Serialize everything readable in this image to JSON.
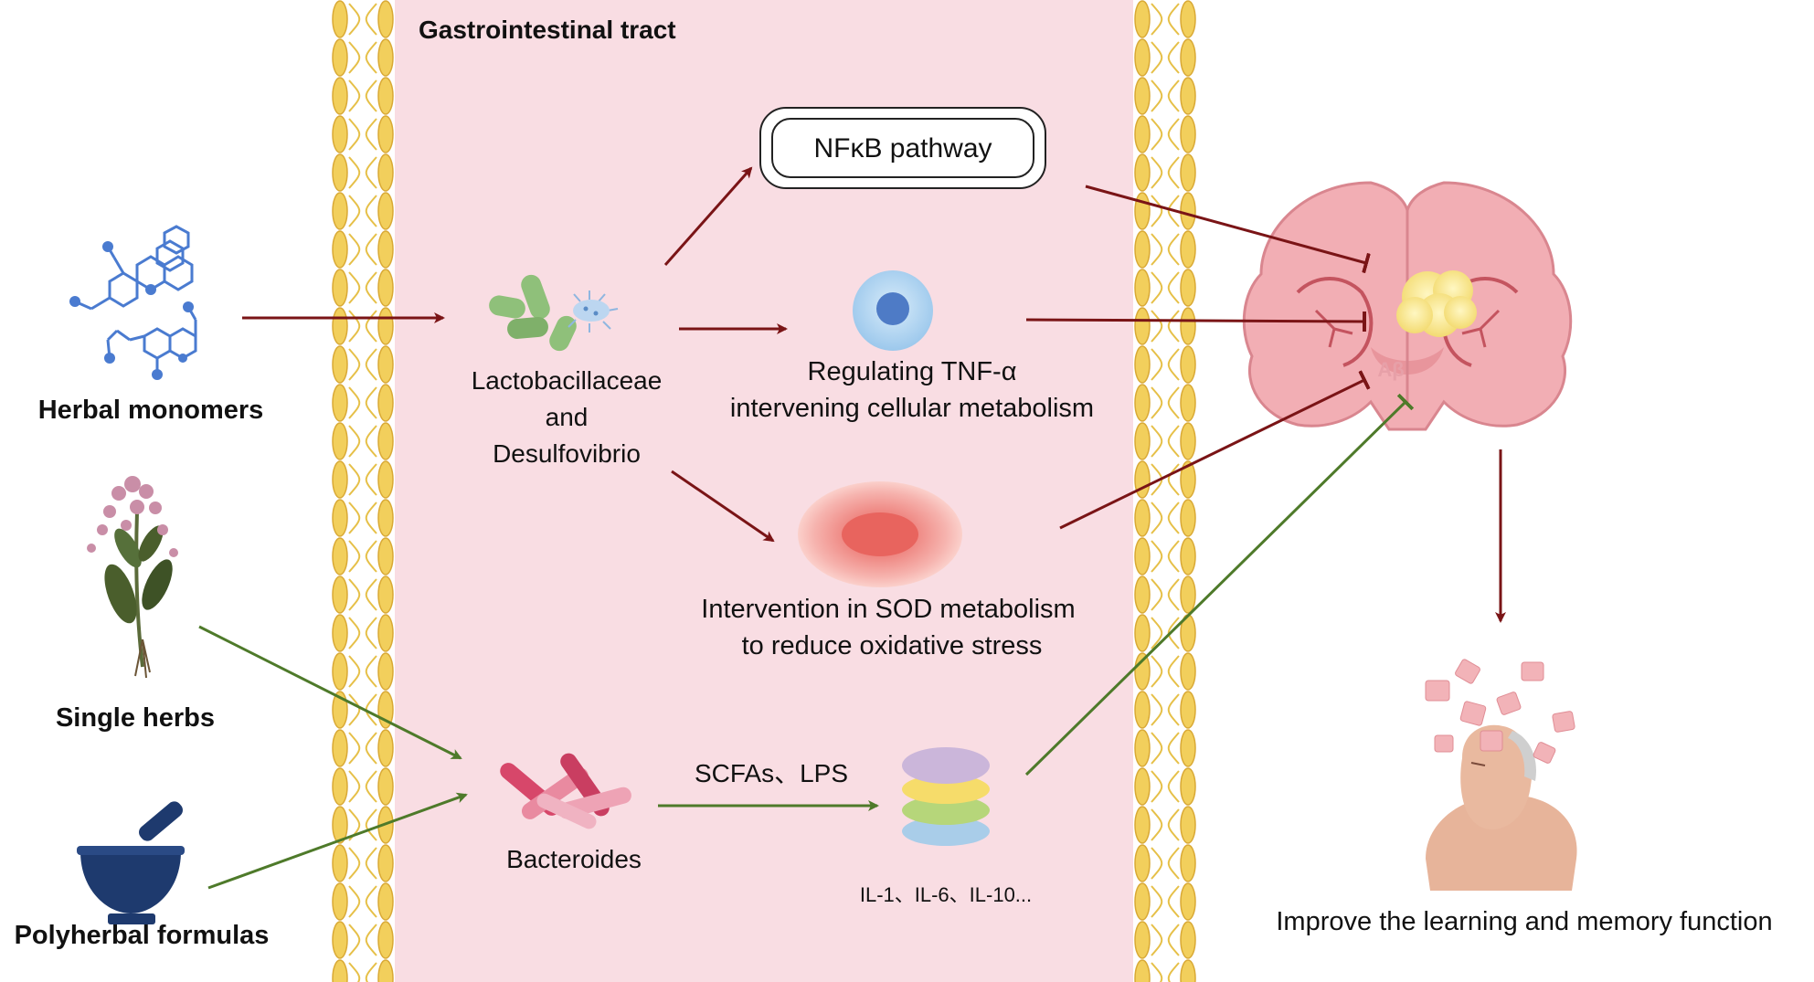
{
  "region": {
    "title": "Gastrointestinal tract"
  },
  "sources": {
    "herbal_monomers": "Herbal monomers",
    "single_herbs": "Single herbs",
    "polyherbal_formulas": "Polyherbal formulas"
  },
  "bacteria": {
    "group1_line1": "Lactobacillaceae",
    "group1_line2": "and",
    "group1_line3": "Desulfovibrio",
    "group2": "Bacteroides"
  },
  "mechanisms": {
    "nfkb": "NFκB pathway",
    "tnf_line1": "Regulating TNF-α",
    "tnf_line2": "intervening cellular metabolism",
    "sod_line1": "Intervention in SOD metabolism",
    "sod_line2": "to reduce oxidative stress",
    "scfas": "SCFAs、LPS",
    "cytokines": "IL-1、IL-6、IL-10..."
  },
  "brain": {
    "plaque_label": "Aβ"
  },
  "outcome": "Improve the learning and memory function",
  "colors": {
    "gut_background": "#f9dde3",
    "villi": "#f2cf5c",
    "dark_red_arrow": "#7a1416",
    "green_arrow": "#4e7a2a"
  }
}
